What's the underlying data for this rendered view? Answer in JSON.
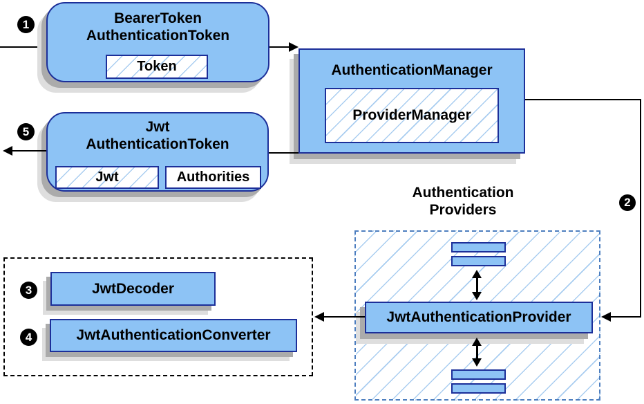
{
  "colors": {
    "box_fill": "#8dc3f5",
    "box_border": "#1c2f99",
    "hatch_line": "#a9cdf0",
    "providers_dash_border": "#4d7ebf",
    "group_dash_border": "#000000",
    "shadow_dark": "#ababab",
    "shadow_light": "#dedede",
    "arrow": "#000000",
    "badge_bg": "#000000",
    "badge_text": "#ffffff"
  },
  "nodes": {
    "bearer_token": {
      "title_line1": "BearerToken",
      "title_line2": "AuthenticationToken",
      "field": "Token"
    },
    "authentication_manager": {
      "title": "AuthenticationManager",
      "impl": "ProviderManager"
    },
    "jwt_token": {
      "title_line1": "Jwt",
      "title_line2": "AuthenticationToken",
      "field1": "Jwt",
      "field2": "Authorities"
    },
    "providers_group": {
      "label_line1": "Authentication",
      "label_line2": "Providers",
      "provider": "JwtAuthenticationProvider"
    },
    "decoder_group": {
      "decoder": "JwtDecoder",
      "converter": "JwtAuthenticationConverter"
    }
  },
  "badges": {
    "step1": "1",
    "step2": "2",
    "step3": "3",
    "step4": "4",
    "step5": "5"
  }
}
